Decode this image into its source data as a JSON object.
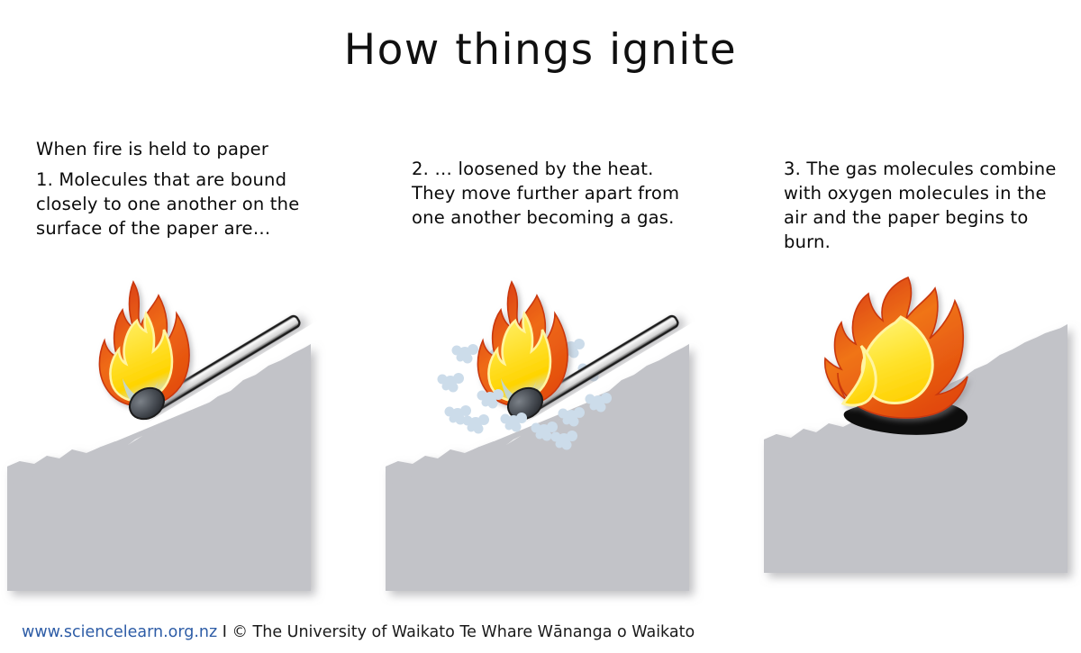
{
  "title": "How things ignite",
  "panels": [
    {
      "id": "panel-1",
      "lead": "When fire is held to paper",
      "body": "1. Molecules that are bound closely to one another on the surface of the paper are…",
      "illustration": "match-flame-on-paper"
    },
    {
      "id": "panel-2",
      "lead": "",
      "body": "2. … loosened by the heat. They move further apart from one another becoming a gas.",
      "illustration": "match-flame-with-gas-molecules"
    },
    {
      "id": "panel-3",
      "lead": "",
      "body": "3. The gas molecules combine with oxygen molecules in the air and the paper begins to burn.",
      "illustration": "paper-burning-flame"
    }
  ],
  "footer": {
    "url": "www.sciencelearn.org.nz",
    "separator": " I ",
    "credit": "© The University of Waikato Te Whare Wānanga o Waikato"
  },
  "colors": {
    "paper_grey": "#c2c3c8",
    "paper_shadow": "#b8b9be",
    "flame_outer": "#e8491c",
    "flame_mid": "#f47b18",
    "flame_inner": "#ffe33c",
    "flame_base_blue": "#bcd6e4",
    "match_head": "#3a3f46",
    "match_stick": "#f2f2f2",
    "match_outline": "#1c1c1c",
    "molecule": "#ccdcea",
    "char_black": "#0d0d0d",
    "link_blue": "#2d5ca6",
    "text_black": "#0a0a0a",
    "background": "#ffffff"
  }
}
